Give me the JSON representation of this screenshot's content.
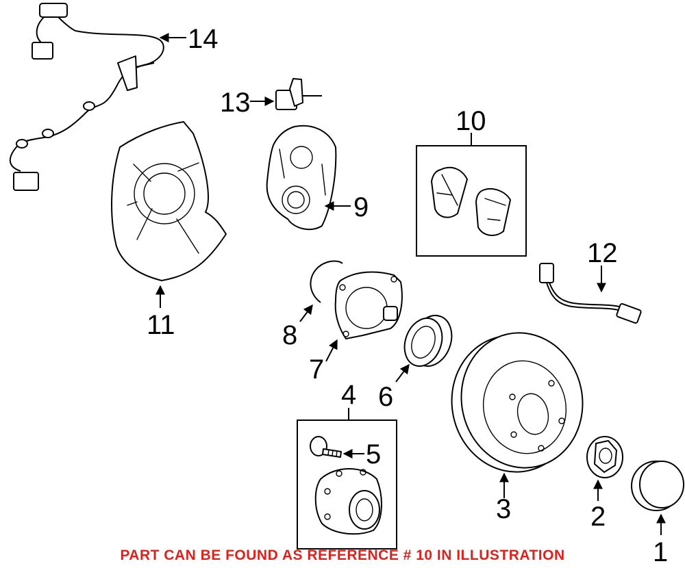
{
  "diagram": {
    "callouts": [
      {
        "ref": "1"
      },
      {
        "ref": "2"
      },
      {
        "ref": "3"
      },
      {
        "ref": "4"
      },
      {
        "ref": "5"
      },
      {
        "ref": "6"
      },
      {
        "ref": "7"
      },
      {
        "ref": "8"
      },
      {
        "ref": "9"
      },
      {
        "ref": "10"
      },
      {
        "ref": "11"
      },
      {
        "ref": "12"
      },
      {
        "ref": "13"
      },
      {
        "ref": "14"
      }
    ],
    "footer_note": "PART CAN BE FOUND AS REFERENCE # 10 IN ILLUSTRATION",
    "colors": {
      "line": "#000000",
      "background": "#ffffff",
      "footer_text": "#e0201b"
    }
  }
}
